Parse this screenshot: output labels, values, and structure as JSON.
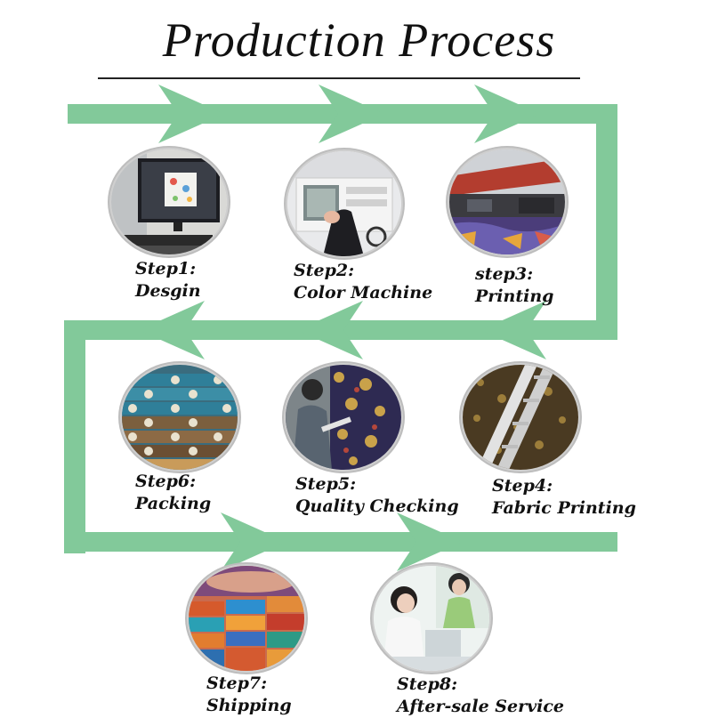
{
  "title": "Production Process",
  "colors": {
    "flow": "#82c99a",
    "ink": "#111111"
  },
  "steps": [
    {
      "step": "Step1:",
      "name": "Desgin",
      "photo": "computer-design-photo"
    },
    {
      "step": "Step2:",
      "name": "Color Machine",
      "photo": "color-machine-photo"
    },
    {
      "step": "step3:",
      "name": "Printing",
      "photo": "printer-photo"
    },
    {
      "step": "Step4:",
      "name": "Fabric Printing",
      "photo": "fabric-printing-photo"
    },
    {
      "step": "Step5:",
      "name": "Quality Checking",
      "photo": "quality-checking-photo"
    },
    {
      "step": "Step6:",
      "name": "Packing",
      "photo": "fabric-rolls-photo"
    },
    {
      "step": "Step7:",
      "name": "Shipping",
      "photo": "shipping-containers-photo"
    },
    {
      "step": "Step8:",
      "name": "After-sale Service",
      "photo": "customer-service-photo"
    }
  ]
}
